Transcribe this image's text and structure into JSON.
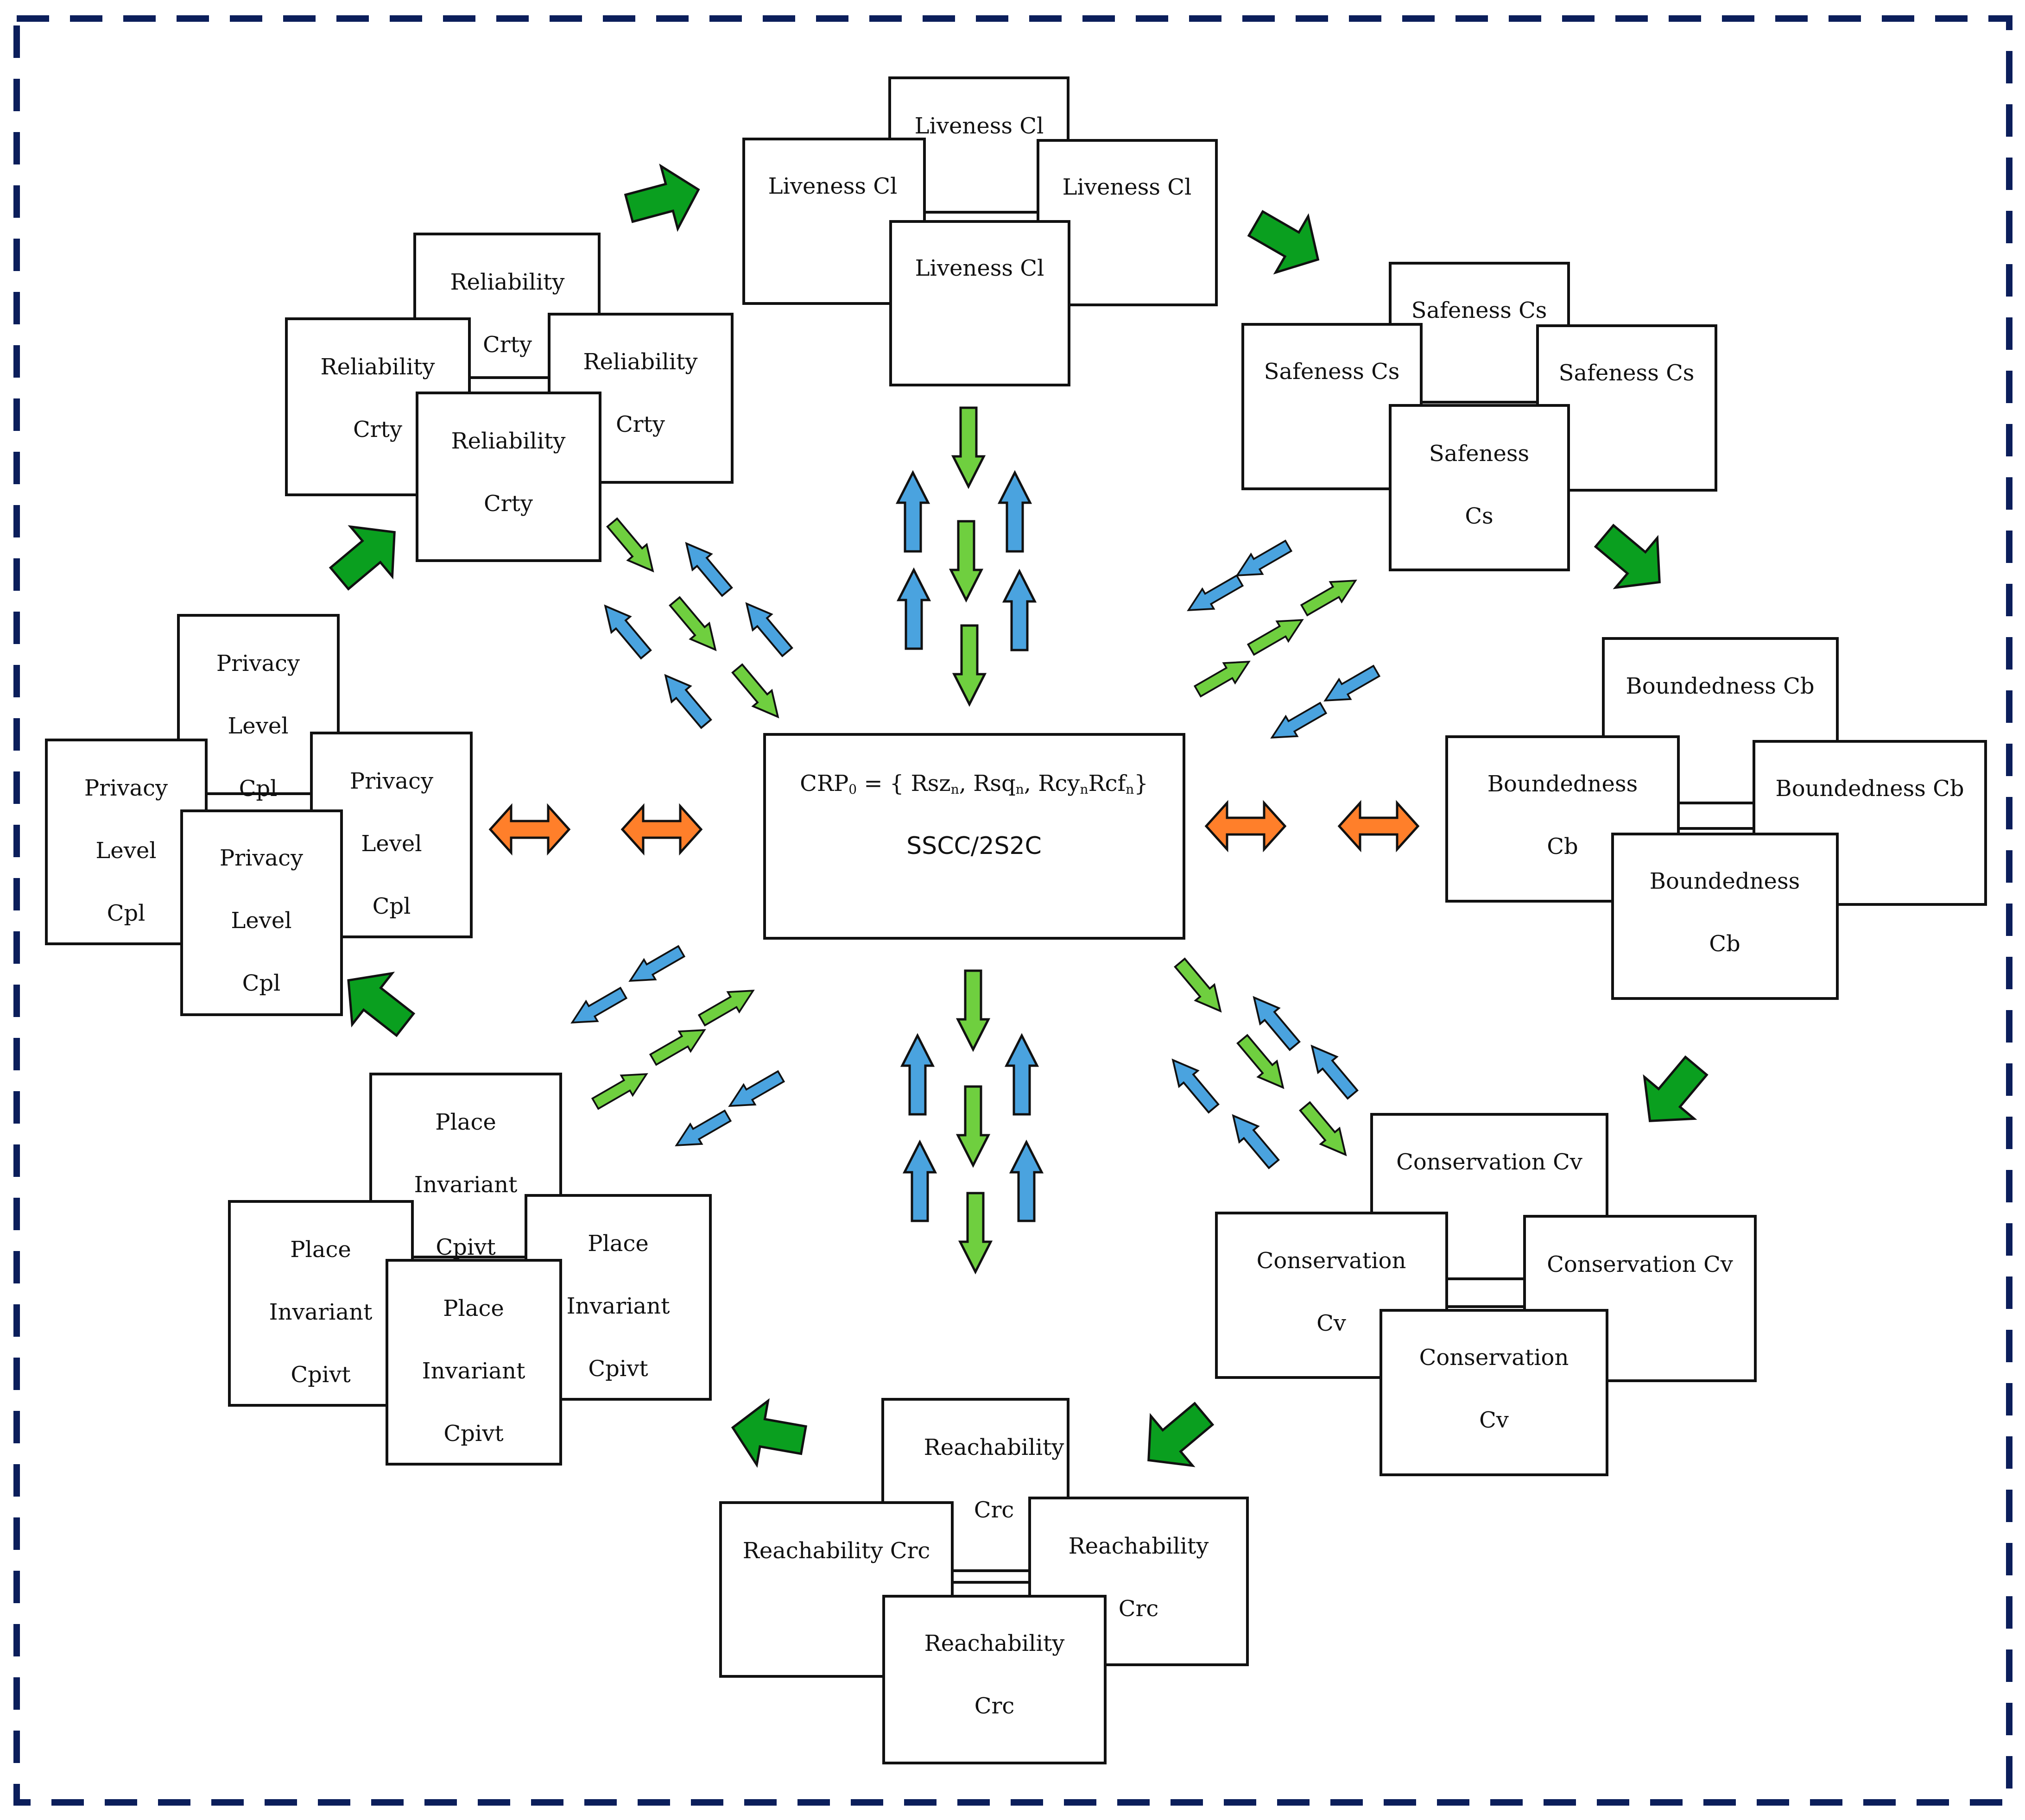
{
  "center": {
    "formula": {
      "prefix": "CRP",
      "base_sub": "0",
      "eq": " = { ",
      "t1": "Rsz",
      "t2": "Rsq",
      "t3": "Rcy",
      "t4": "Rcf",
      "n": "n",
      "comma": ", ",
      "close": "}"
    },
    "label": "SSCC/2S2C"
  },
  "groups": {
    "liveness": {
      "top": [
        "Liveness Cl"
      ],
      "left": [
        "Liveness Cl"
      ],
      "right": [
        "Liveness Cl"
      ],
      "front": [
        "Liveness Cl"
      ]
    },
    "safeness": {
      "top": [
        "Safeness Cs"
      ],
      "left": [
        "Safeness Cs"
      ],
      "right": [
        "Safeness Cs"
      ],
      "front": [
        "Safeness",
        "Cs"
      ]
    },
    "reliability": {
      "top": [
        "Reliability",
        "Crty"
      ],
      "left": [
        "Reliability",
        "Crty"
      ],
      "right": [
        "Reliability",
        "Crty"
      ],
      "front": [
        "Reliability",
        "Crty"
      ]
    },
    "boundedness": {
      "top": [
        "Boundedness Cb"
      ],
      "left": [
        "Boundedness",
        "Cb"
      ],
      "right": [
        "Boundedness Cb"
      ],
      "front": [
        "Boundedness",
        "Cb"
      ]
    },
    "privacy": {
      "top": [
        "Privacy",
        "Level",
        "Cpl"
      ],
      "left": [
        "Privacy",
        "Level",
        "Cpl"
      ],
      "right": [
        "Privacy",
        "Level",
        "Cpl"
      ],
      "front": [
        "Privacy",
        "Level",
        "Cpl"
      ]
    },
    "conservation": {
      "top": [
        "Conservation Cv"
      ],
      "left": [
        "Conservation",
        "Cv"
      ],
      "right": [
        "Conservation Cv"
      ],
      "front": [
        "Conservation",
        "Cv"
      ]
    },
    "place": {
      "top": [
        "Place",
        "Invariant",
        "Cpivt"
      ],
      "left": [
        "Place",
        "Invariant",
        "Cpivt"
      ],
      "right": [
        "Place",
        "Invariant",
        "Cpivt"
      ],
      "front": [
        "Place",
        "Invariant",
        "Cpivt"
      ]
    },
    "reachability": {
      "top": [
        "Reachability",
        "Crc"
      ],
      "left": [
        "Reachability Crc"
      ],
      "right": [
        "Reachability",
        "Crc"
      ],
      "front": [
        "Reachability",
        "Crc"
      ]
    }
  },
  "colors": {
    "frame": "#0b1e5b",
    "box_stroke": "#111111",
    "flow_arrow": "#0a9f1f",
    "down_arrow": "#6fcf3f",
    "up_arrow": "#4aa3df",
    "double_arrow": "#ff7f2a"
  },
  "icons": [
    "flow-arrow-icon",
    "down-arrow-icon",
    "up-arrow-icon",
    "double-arrow-icon"
  ]
}
